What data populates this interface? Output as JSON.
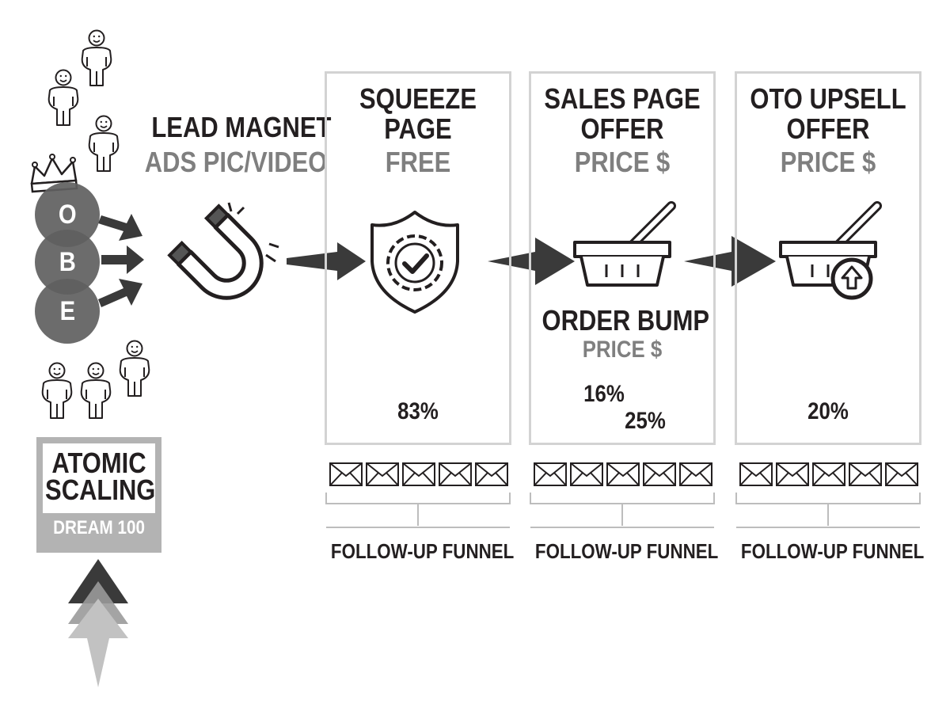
{
  "obe": {
    "letters": [
      "O",
      "B",
      "E"
    ]
  },
  "lead_magnet": {
    "title": "LEAD MAGNET",
    "subtitle": "ADS PIC/VIDEO"
  },
  "atomic": {
    "line1": "ATOMIC",
    "line2": "SCALING",
    "footer": "DREAM 100"
  },
  "panels": [
    {
      "title_line1": "SQUEEZE",
      "title_line2": "PAGE",
      "price": "FREE",
      "rate": "83%",
      "icon": "shield-gear-check-icon"
    },
    {
      "title_line1": "SALES PAGE",
      "title_line2": "OFFER",
      "price": "PRICE $",
      "icon": "basket-icon",
      "bump_title": "ORDER BUMP",
      "bump_price": "PRICE $",
      "rate_a": "16%",
      "rate_b": "25%"
    },
    {
      "title_line1": "OTO UPSELL",
      "title_line2": "OFFER",
      "price": "PRICE $",
      "rate": "20%",
      "icon": "basket-upsell-icon"
    }
  ],
  "followup": {
    "label": "FOLLOW-UP FUNNEL",
    "emails_per_funnel": 5
  },
  "colors": {
    "dark": "#231f20",
    "grey": "#7f7f7f",
    "light_grey": "#d3d3d3",
    "circle": "#606060",
    "atomic_box": "#b3b3b3"
  }
}
